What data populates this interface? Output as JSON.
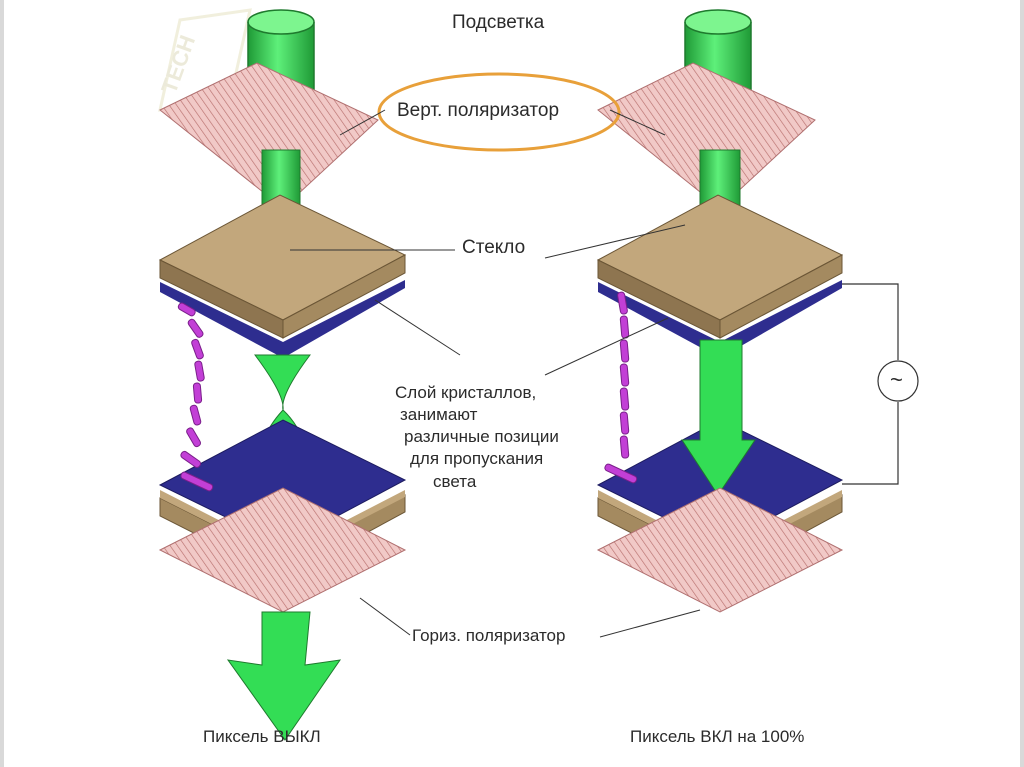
{
  "labels": {
    "backlight": "Подсветка",
    "vert_polarizer": "Верт. поляризатор",
    "glass": "Стекло",
    "crystals_line1": "Слой кристаллов,",
    "crystals_line2": "занимают",
    "crystals_line3": "различные позиции",
    "crystals_line4": "для пропускания",
    "crystals_line5": "света",
    "horiz_polarizer": "Гориз. поляризатор",
    "pixel_off": "Пиксель ВЫКЛ",
    "pixel_on": "Пиксель ВКЛ на 100%",
    "ac_symbol": "~",
    "watermark": "TECH"
  },
  "colors": {
    "light_green": "#33dd55",
    "light_green_dark": "#1f9a36",
    "polarizer_pink": "#f1c9c7",
    "polarizer_lines": "#b8706e",
    "glass_top": "#c2a77c",
    "glass_side": "#8e7550",
    "crystal_layer": "#2e2d8f",
    "crystal_rod": "#c23fd6",
    "highlight_oval": "#e8a03a"
  }
}
